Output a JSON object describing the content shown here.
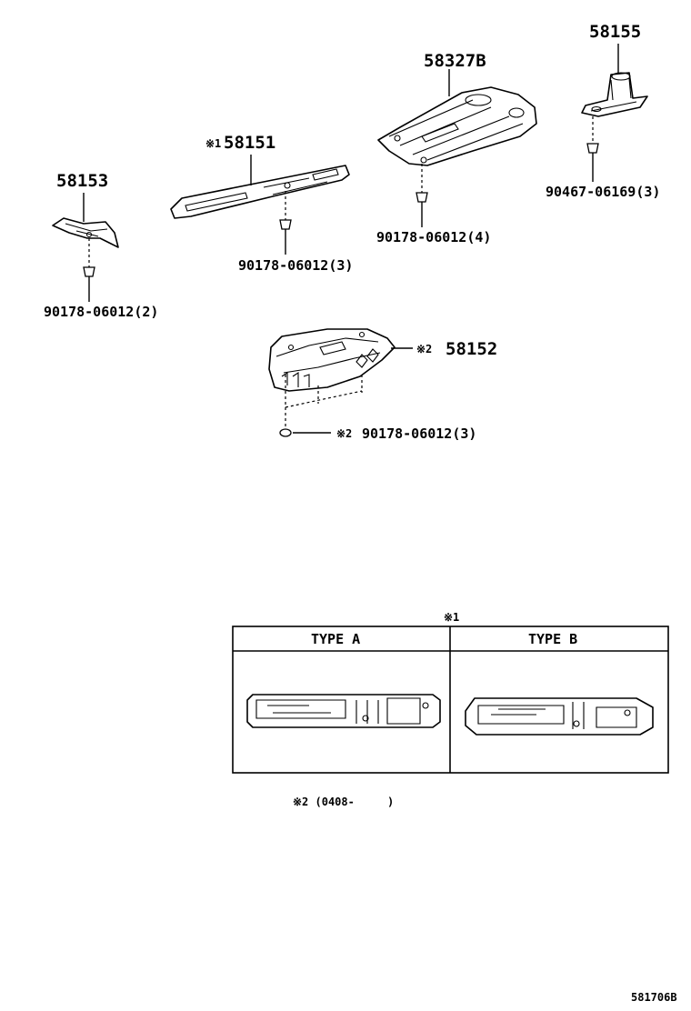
{
  "parts": {
    "p58155": "58155",
    "p58327b": "58327B",
    "p58151_mark": "※1",
    "p58151": "58151",
    "p58153": "58153",
    "p58152_mark": "※2",
    "p58152": "58152"
  },
  "fasteners": {
    "f1": "90467-06169(3)",
    "f2": "90178-06012(4)",
    "f3": "90178-06012(3)",
    "f4": "90178-06012(2)",
    "f5_mark": "※2",
    "f5": "90178-06012(3)"
  },
  "types_table": {
    "mark": "※1",
    "type_a": "TYPE A",
    "type_b": "TYPE B"
  },
  "footnote": "※2 (0408-     )",
  "diagram_code": "581706B"
}
